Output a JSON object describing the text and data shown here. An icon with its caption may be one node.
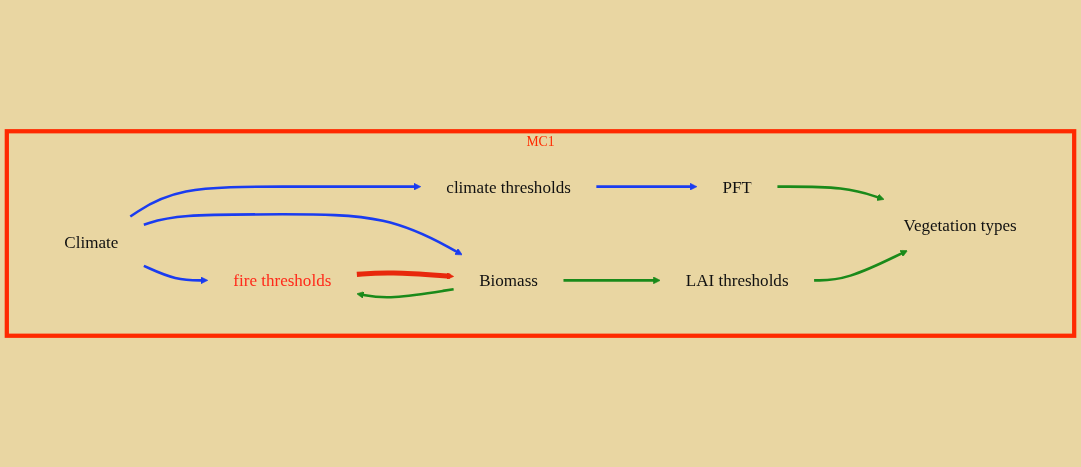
{
  "diagram": {
    "nodes": [
      {
        "text": [
          "MC1"
        ]
      },
      {
        "text": [
          "Climate"
        ],
        "in": 0
      },
      {
        "text": [
          "climate thresholds"
        ],
        "in": 0
      },
      {
        "text": [
          "PFT"
        ],
        "in": 0
      },
      {
        "text": [
          "fire thresholds"
        ],
        "in": 0
      },
      {
        "text": [
          "Biomass"
        ],
        "in": 0
      },
      {
        "text": [
          "LAI thresholds"
        ],
        "in": 0
      },
      {
        "text": [
          "Vegetation types"
        ],
        "in": 0
      }
    ],
    "edges": [
      {
        "from": 1,
        "to": 2,
        "arrow": "to",
        "color": "#1a3cf0"
      },
      {
        "from": 2,
        "to": 3,
        "arrow": "to",
        "color": "#1a3cf0"
      },
      {
        "from": 1,
        "to": 4,
        "arrow": "to",
        "color": "#1a3cf0"
      },
      {
        "from": 1,
        "to": 5,
        "arrow": "to",
        "color": "#1a3cf0"
      },
      {
        "from": 3,
        "to": 7,
        "arrow": "to",
        "color": "#1a8a1a"
      },
      {
        "from": 5,
        "to": 4,
        "arrow": "to",
        "color": "#1a8a1a"
      },
      {
        "from": 5,
        "to": 6,
        "arrow": "to",
        "color": "#1a8a1a"
      },
      {
        "from": 6,
        "to": 7,
        "arrow": "to",
        "color": "#1a8a1a"
      },
      {
        "from": 4,
        "to": 5,
        "arrow": "to",
        "style": "thick",
        "color": "#e8280c"
      }
    ]
  }
}
